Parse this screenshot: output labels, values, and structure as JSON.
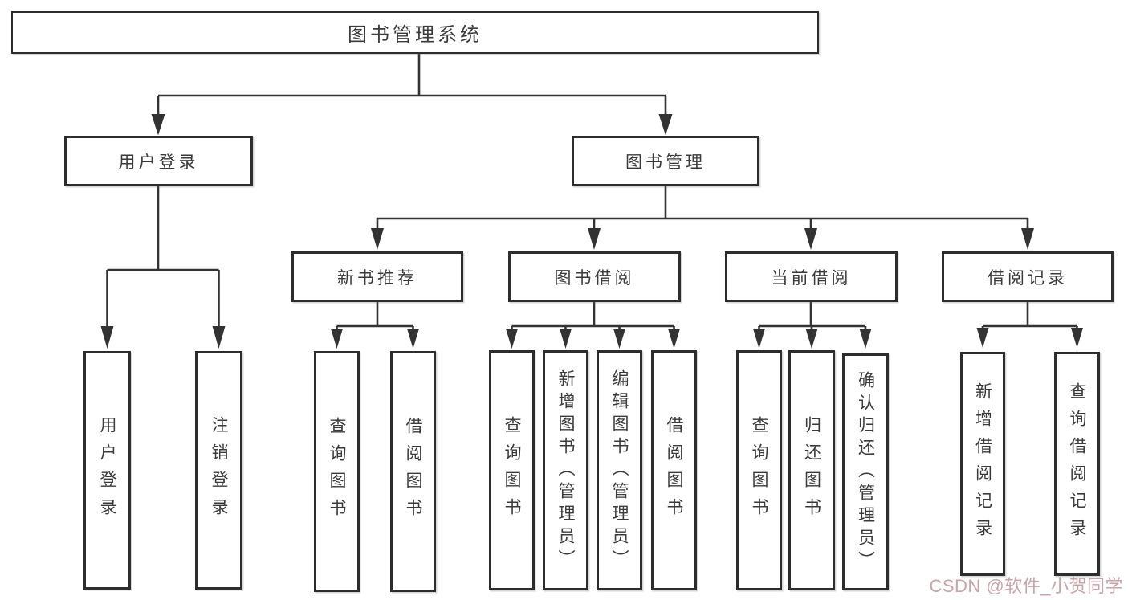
{
  "title": "图书管理系统",
  "colors": {
    "line": "#333333",
    "box_border": "#2d2d2d",
    "text": "#3a3a3a",
    "background": "#ffffff",
    "watermark": "#c49a9e"
  },
  "tree": {
    "root": {
      "label": "图书管理系统"
    },
    "level2": [
      {
        "label": "用户登录",
        "children": [
          {
            "label": "用户登录"
          },
          {
            "label": "注销登录"
          }
        ]
      },
      {
        "label": "图书管理",
        "children": [
          {
            "label": "新书推荐",
            "children": [
              {
                "label": "查询图书"
              },
              {
                "label": "借阅图书"
              }
            ]
          },
          {
            "label": "图书借阅",
            "children": [
              {
                "label": "查询图书"
              },
              {
                "label": "新增图书（管理员）"
              },
              {
                "label": "编辑图书（管理员）"
              },
              {
                "label": "借阅图书"
              }
            ]
          },
          {
            "label": "当前借阅",
            "children": [
              {
                "label": "查询图书"
              },
              {
                "label": "归还图书"
              },
              {
                "label": "确认归还（管理员）"
              }
            ]
          },
          {
            "label": "借阅记录",
            "children": [
              {
                "label": "新增借阅记录"
              },
              {
                "label": "查询借阅记录"
              }
            ]
          }
        ]
      }
    ]
  },
  "watermark": {
    "text": "CSDN @软件_小贺同学"
  }
}
